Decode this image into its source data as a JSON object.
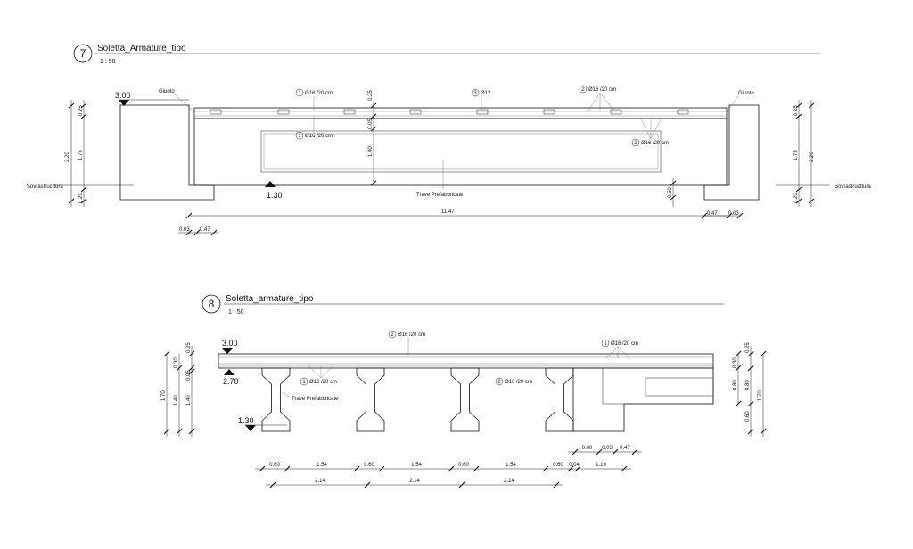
{
  "view7": {
    "number": "7",
    "title": "Soletta_Armature_tipo",
    "scale": "1 : 50",
    "elev_top": "3.00",
    "elev_bottom": "1.30",
    "giunto_left": "Giunto",
    "giunto_right": "Giunto",
    "sovra_left": "Sovrastructtura",
    "sovra_right": "Sovrastructtura",
    "trave": "Trave Prefabbricate",
    "tag1_top": {
      "num": "1",
      "text": "Ø16 /20 cm"
    },
    "tag1_bot": {
      "num": "1",
      "text": "Ø16 /20 cm"
    },
    "tag3": {
      "num": "3",
      "text": "Ø12"
    },
    "tag2_top": {
      "num": "2",
      "text": "Ø16 /20 cm"
    },
    "tag2_bot": {
      "num": "2",
      "text": "Ø16 /20 cm"
    },
    "dims": {
      "v025": "0.25",
      "v005": "0.05",
      "v140": "1.40",
      "v050": "0.50",
      "left_220": "2.20",
      "left_175": "1.75",
      "left_025": "0.25",
      "left_020": "0.20",
      "right_025": "0.25",
      "right_175": "1.75",
      "right_220": "2.20",
      "right_020": "0.20",
      "total": "11.47",
      "bl_003": "0.03",
      "bl_047": "0.47",
      "br_047": "0.47",
      "br_003": "0.03"
    }
  },
  "view8": {
    "number": "8",
    "title": "Soletta_armature_tipo",
    "scale": "1 : 50",
    "elev_top": "3.00",
    "elev_mid": "2.70",
    "elev_bottom": "1.30",
    "trave": "Trave Prefabbricate",
    "tag2_top": {
      "num": "2",
      "text": "Ø16 /20 cm"
    },
    "tag1_top": {
      "num": "1",
      "text": "Ø16 /20 cm"
    },
    "tag1_bot": {
      "num": "1",
      "text": "Ø16 /20 cm"
    },
    "tag2_bot": {
      "num": "2",
      "text": "Ø16 /20 cm"
    },
    "dims": {
      "l_170": "1.70",
      "l_140a": "1.40",
      "l_030": "0.30",
      "l_140b": "1.40",
      "l_025": "0.25",
      "l_005": "0.05",
      "r_030": "0.30",
      "r_025": "0.25",
      "r_080a": "0.80",
      "r_080b": "0.80",
      "r_170": "1.70",
      "r_060": "0.60",
      "row_top": [
        "0.60",
        "0.03",
        "0.47"
      ],
      "row1": [
        "0.60",
        "1.54",
        "0.60",
        "1.54",
        "0.60",
        "1.54",
        "0.60",
        "0.04",
        "1.10"
      ],
      "row2": [
        "2.14",
        "2.14",
        "2.14"
      ]
    }
  }
}
